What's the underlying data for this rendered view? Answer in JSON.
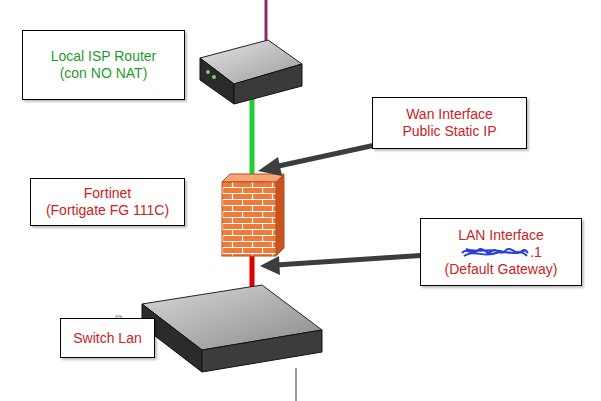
{
  "diagram": {
    "nodes": [
      {
        "text": [
          "Local ISP Router",
          "(con NO NAT)"
        ]
      },
      {
        "text": [
          "Wan Interface",
          "Public Static IP"
        ]
      },
      {
        "text": [
          "Fortinet",
          "(Fortigate FG 111C)"
        ]
      },
      {
        "text": [
          "LAN Interface",
          ".1",
          "(Default Gateway)"
        ]
      },
      {
        "text": [
          "Switch Lan"
        ]
      }
    ]
  }
}
